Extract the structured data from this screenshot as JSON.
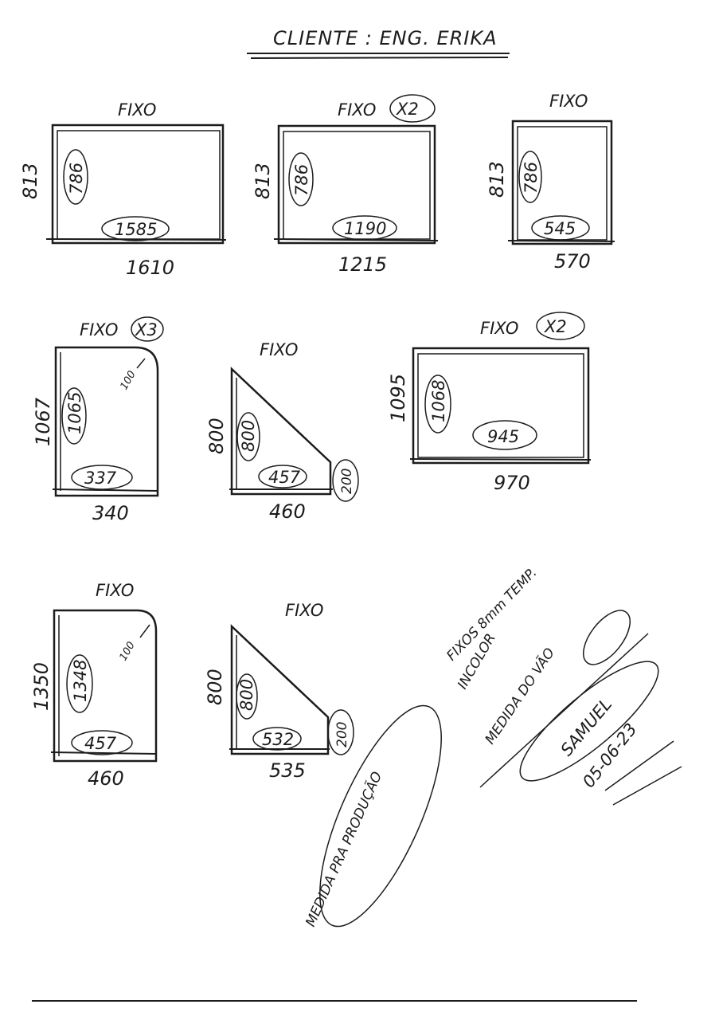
{
  "header": {
    "title": "CLIENTE : ENG. ERIKA"
  },
  "pieces": [
    {
      "label": "FIXO",
      "qty": "",
      "height_outer": "813",
      "height_inner": "786",
      "width_inner": "1585",
      "width_outer": "1610"
    },
    {
      "label": "FIXO",
      "qty": "X2",
      "height_outer": "813",
      "height_inner": "786",
      "width_inner": "1190",
      "width_outer": "1215"
    },
    {
      "label": "FIXO",
      "qty": "",
      "height_outer": "813",
      "height_inner": "786",
      "width_inner": "545",
      "width_outer": "570"
    },
    {
      "label": "FIXO",
      "qty": "X3",
      "height_outer": "1067",
      "height_inner": "1065",
      "width_inner": "337",
      "width_outer": "340",
      "corner": "100"
    },
    {
      "label": "FIXO",
      "qty": "",
      "height_outer": "800",
      "height_inner": "800",
      "width_inner": "457",
      "width_outer": "460",
      "side": "200"
    },
    {
      "label": "FIXO",
      "qty": "X2",
      "height_outer": "1095",
      "height_inner": "1068",
      "width_inner": "945",
      "width_outer": "970"
    },
    {
      "label": "FIXO",
      "qty": "",
      "height_outer": "1350",
      "height_inner": "1348",
      "width_inner": "457",
      "width_outer": "460",
      "corner": "100"
    },
    {
      "label": "FIXO",
      "qty": "",
      "height_outer": "800",
      "height_inner": "800",
      "width_inner": "532",
      "width_outer": "535",
      "side": "200"
    }
  ],
  "notes": {
    "glass_spec_1": "FIXOS 8mm TEMP.",
    "glass_spec_2": "INCOLOR",
    "measure_gap": "MEDIDA DO VÃO",
    "measure_production": "MEDIDA PRA PRODUÇÃO",
    "signature_name": "SAMUEL",
    "date": "05-06-23"
  }
}
